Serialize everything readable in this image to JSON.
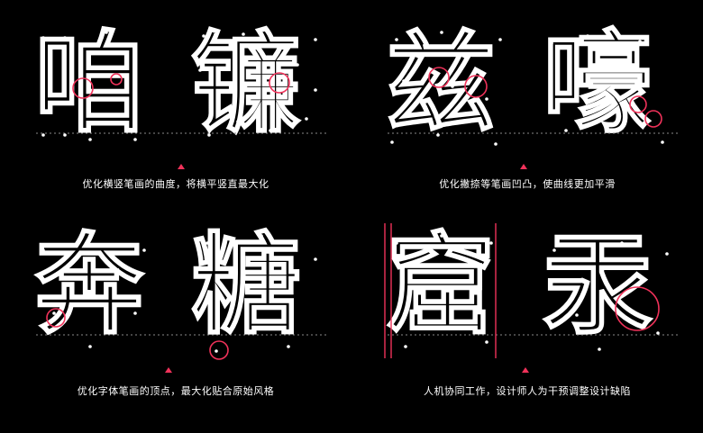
{
  "panels": [
    {
      "chars": [
        "咱",
        "镰"
      ],
      "caption": "优化横竖笔画的曲度，将横平竖直最大化"
    },
    {
      "chars": [
        "兹",
        "嚎"
      ],
      "caption": "优化撇捺等笔画凹凸，使曲线更加平滑"
    },
    {
      "chars": [
        "奔",
        "糖"
      ],
      "caption": "优化字体笔画的顶点，最大化贴合原始风格"
    },
    {
      "chars": [
        "窟",
        "汞"
      ],
      "caption": "人机协同工作，设计师人为干预调整设计缺陷"
    }
  ],
  "colors": {
    "background": "#000000",
    "outline": "#ffffff",
    "accent": "#f0325a",
    "baseline": "#8a8a8a"
  }
}
